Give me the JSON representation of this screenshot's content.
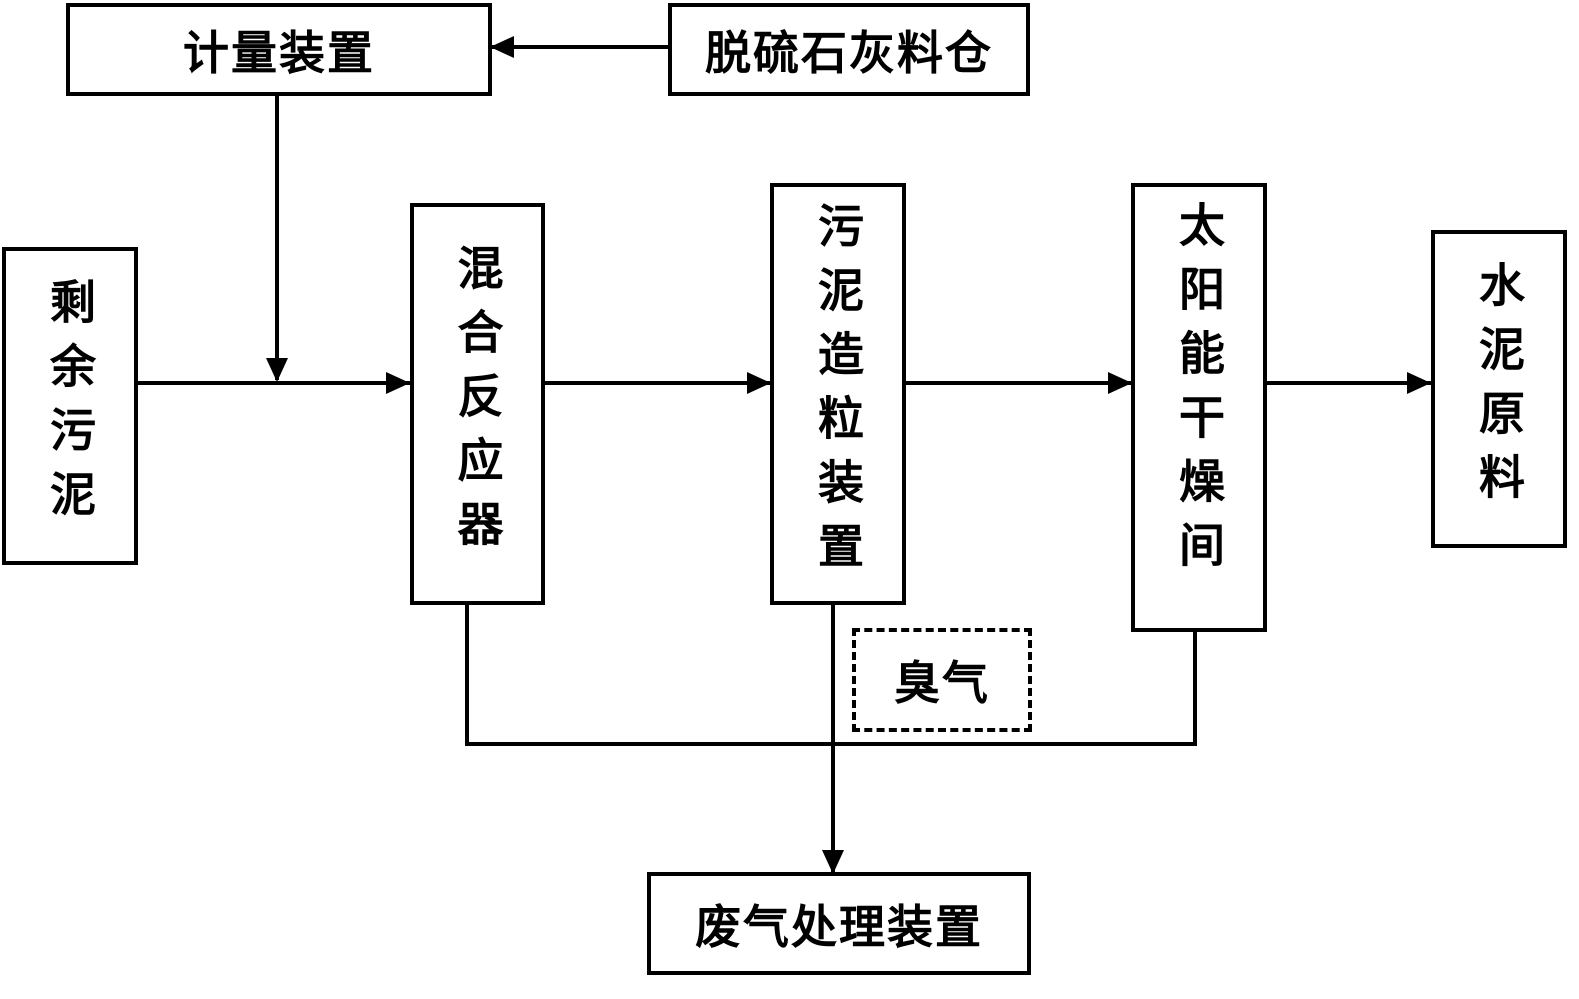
{
  "nodes": {
    "metering": "计量装置",
    "lime_silo": "脱硫石灰料仓",
    "residual_sludge": "剩余污泥",
    "mixing_reactor": "混合反应器",
    "granulator": "污泥造粒装置",
    "solar_dryer": "太阳能干燥间",
    "cement_material": "水泥原料",
    "odor": "臭气",
    "waste_gas_treatment": "废气处理装置"
  },
  "edges": [
    {
      "from": "lime_silo",
      "to": "metering"
    },
    {
      "from": "metering",
      "to": "mixing_reactor"
    },
    {
      "from": "residual_sludge",
      "to": "mixing_reactor"
    },
    {
      "from": "mixing_reactor",
      "to": "granulator"
    },
    {
      "from": "granulator",
      "to": "solar_dryer"
    },
    {
      "from": "solar_dryer",
      "to": "cement_material"
    },
    {
      "from": "mixing_reactor",
      "to": "waste_gas_treatment"
    },
    {
      "from": "granulator",
      "to": "waste_gas_treatment"
    },
    {
      "from": "solar_dryer",
      "to": "waste_gas_treatment"
    }
  ]
}
